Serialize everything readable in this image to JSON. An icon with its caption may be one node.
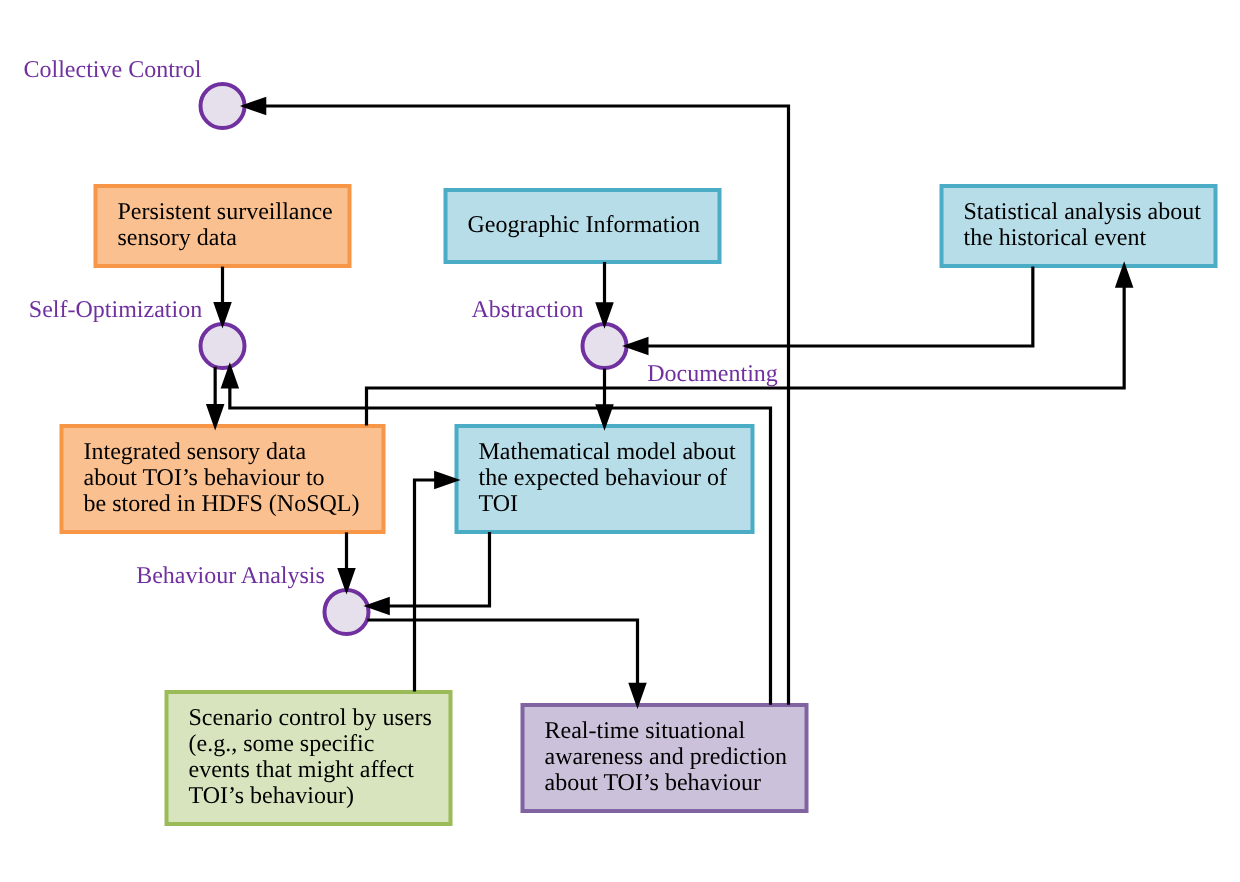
{
  "diagram": {
    "nodes": [
      {
        "text": [
          "Geographic Information"
        ]
      },
      {
        "text": [
          "Statistical analysis about the historical event"
        ]
      },
      {
        "text": [],
        "shape": "circle",
        "beside": [
          "Collective Control"
        ]
      },
      {
        "text": [
          "Persistent surveillance sensory data"
        ]
      },
      {
        "text": [],
        "shape": "circle",
        "beside": [
          "Self-Optimization"
        ]
      },
      {
        "text": [],
        "shape": "circle",
        "beside": [
          "Abstraction"
        ]
      },
      {
        "text": [
          "Integrated sensory data about TOI’s behaviour to be stored in HDFS (NoSQL)"
        ]
      },
      {
        "text": [
          "Mathematical model about the expected behaviour of TOI"
        ]
      },
      {
        "text": [],
        "shape": "circle",
        "beside": [
          "Behaviour Analysis"
        ]
      },
      {
        "text": [
          "Scenario control by users (e.g., some specific events that might affect TOI’s behaviour)"
        ]
      },
      {
        "text": [
          "Real-time situational awareness and prediction about TOI’s behaviour"
        ]
      }
    ],
    "edges": [
      {
        "from": 0,
        "to": 5,
        "arrow": "to"
      },
      {
        "from": 1,
        "to": 5,
        "arrow": "to"
      },
      {
        "from": 5,
        "to": 7,
        "arrow": "to"
      },
      {
        "from": 9,
        "to": 7,
        "arrow": "to"
      },
      {
        "from": 3,
        "to": 4,
        "arrow": "to"
      },
      {
        "from": 4,
        "to": 6,
        "arrow": "to"
      },
      {
        "from": 6,
        "to": 1,
        "arrow": "to",
        "label": "Documenting"
      },
      {
        "from": 6,
        "to": 8,
        "arrow": "to"
      },
      {
        "from": 7,
        "to": 8,
        "arrow": "to"
      },
      {
        "from": 8,
        "to": 10,
        "arrow": "to"
      },
      {
        "from": 10,
        "to": 4,
        "arrow": "to"
      },
      {
        "from": 10,
        "to": 2,
        "arrow": "to"
      }
    ]
  }
}
